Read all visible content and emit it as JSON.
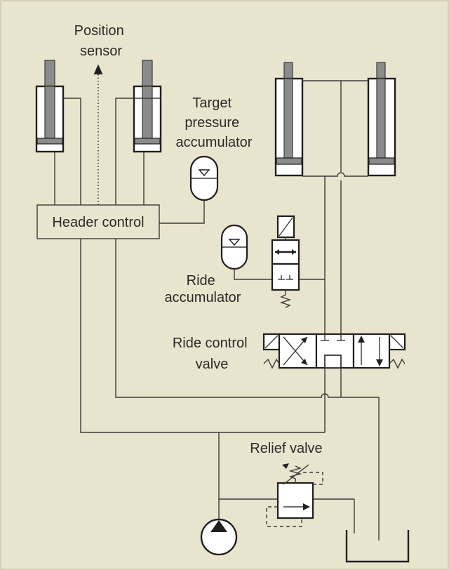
{
  "labels": {
    "position_sensor": [
      "Position",
      "sensor"
    ],
    "target_pressure_accumulator": [
      "Target",
      "pressure",
      "accumulator"
    ],
    "header_control": "Header control",
    "ride_accumulator": [
      "Ride",
      "accumulator"
    ],
    "ride_control_valve": [
      "Ride control",
      "valve"
    ],
    "relief_valve": "Relief valve"
  },
  "colors": {
    "background": "#e9e4cd",
    "line": "#3a3a3a",
    "rod": "#8b8b8b"
  }
}
